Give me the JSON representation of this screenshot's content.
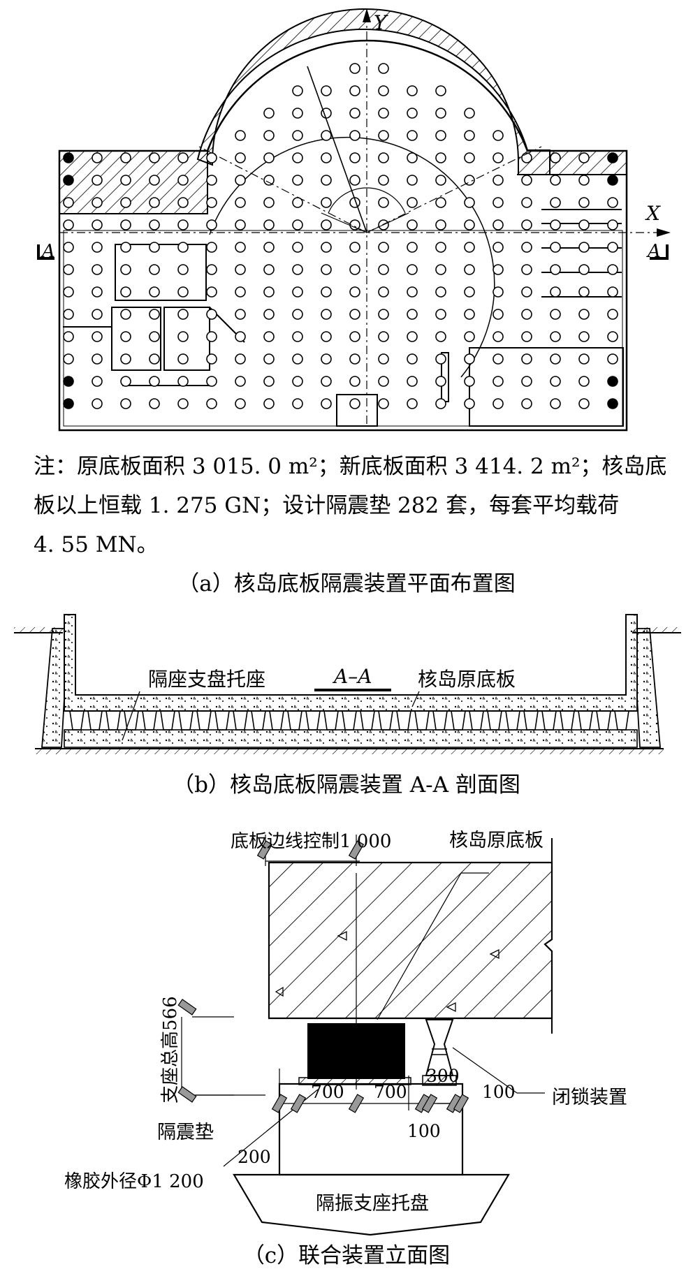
{
  "figure_a": {
    "axis_x": "X",
    "axis_y": "Y",
    "section_mark": "A",
    "note_line1": "注：原底板面积 3 015. 0 m²；新底板面积 3 414. 2 m²；核岛底",
    "note_line2": "板以上恒载 1. 275 GN；设计隔震垫 282 套，每套平均载荷",
    "note_line3": "4. 55 MN。",
    "caption": "（a）核岛底板隔震装置平面布置图"
  },
  "figure_b": {
    "label_bearing": "隔座支盘托座",
    "label_section": "A–A",
    "label_slab": "核岛原底板",
    "caption": "（b）核岛底板隔震装置 A-A 剖面图"
  },
  "figure_c": {
    "label_edge": "底板边线控制1 000",
    "label_slab": "核岛原底板",
    "label_height": "支座总高566",
    "label_lock": "闭锁装置",
    "label_pad": "隔震垫",
    "label_rubber": "橡胶外径Φ1 200",
    "label_tray": "隔振支座托盘",
    "dim_700_left": "700",
    "dim_700_right": "700",
    "dim_300": "300",
    "dim_100_right": "100",
    "dim_100_bottom": "100",
    "dim_200": "200",
    "caption": "（c）联合装置立面图"
  }
}
